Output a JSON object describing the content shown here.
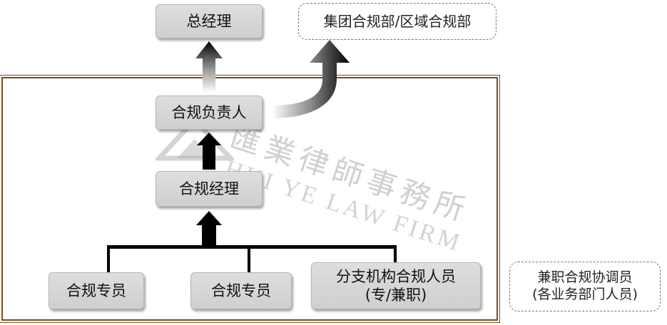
{
  "nodes": {
    "general_manager": "总经理",
    "group_compliance": "集团合规部/区域合规部",
    "compliance_head": "合规负责人",
    "compliance_manager": "合规经理",
    "specialist_1": "合规专员",
    "specialist_2": "合规专员",
    "branch_staff_line1": "分支机构合规人员",
    "branch_staff_line2": "(专/兼职)",
    "part_time_line1": "兼职合规协调员",
    "part_time_line2": "(各业务部门人员)"
  },
  "watermark": {
    "chinese": "匯業律師事務所",
    "english": "HUI YE LAW FIRM"
  },
  "colors": {
    "node_fill": "#d6d6d6",
    "frame_border": "#7a4a1c",
    "arrow": "#000000"
  }
}
